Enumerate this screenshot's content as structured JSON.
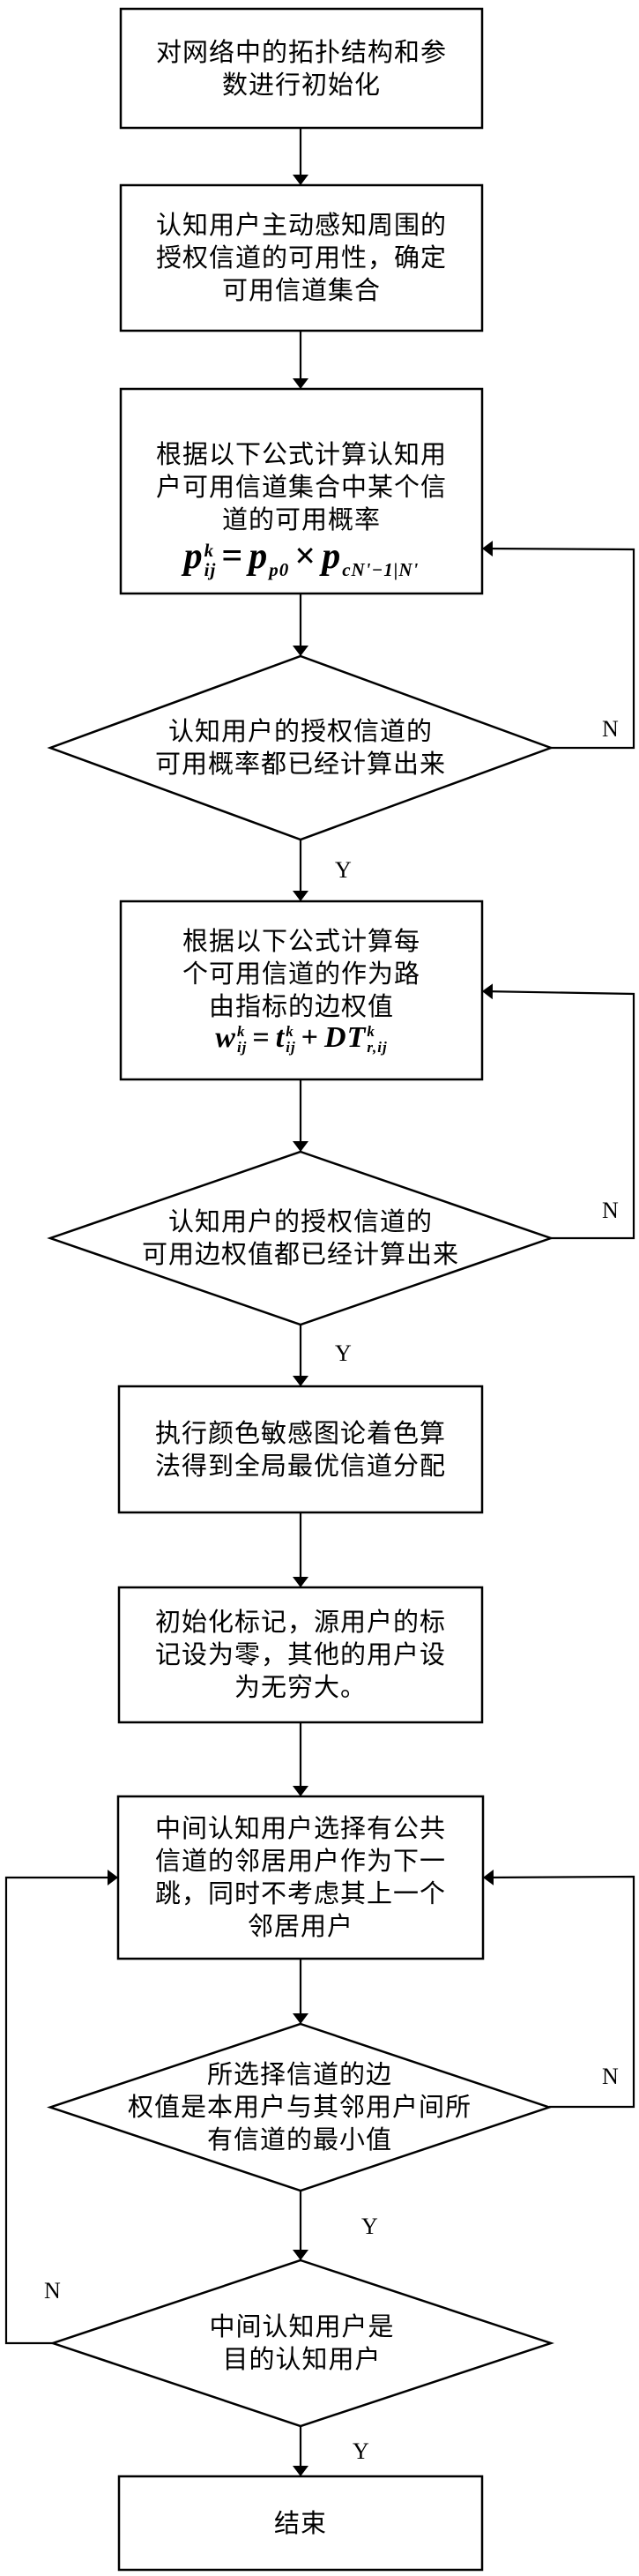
{
  "diagram": {
    "type": "flowchart",
    "nodes": [
      {
        "id": "init",
        "kind": "process",
        "lines": [
          "对网络中的拓扑结构和参",
          "数进行初始化"
        ]
      },
      {
        "id": "sense",
        "kind": "process",
        "lines": [
          "认知用户主动感知周围的",
          "授权信道的可用性，确定",
          "可用信道集合"
        ]
      },
      {
        "id": "calc-prob",
        "kind": "process",
        "lines": [
          "根据以下公式计算认知用",
          "户可用信道集合中某个信",
          "道的可用概率"
        ],
        "formula": {
          "lhs": "p",
          "lhs_sup": "k",
          "lhs_sub": "ij",
          "eq": "=",
          "t1": "p",
          "t1_sub": "p0",
          "op": "×",
          "t2": "p",
          "t2_sub": "cN'−1|N'"
        }
      },
      {
        "id": "check-prob",
        "kind": "decision",
        "lines": [
          "认知用户的授权信道的",
          "可用概率都已经计算出来"
        ]
      },
      {
        "id": "calc-weight",
        "kind": "process",
        "lines": [
          "根据以下公式计算每",
          "个可用信道的作为路",
          "由指标的边权值"
        ],
        "formula": {
          "lhs": "w",
          "lhs_sup": "k",
          "lhs_sub": "ij",
          "eq": "=",
          "t1": "t",
          "t1_sup": "k",
          "t1_sub": "ij",
          "op": "+",
          "t2": "DT",
          "t2_sup": "k",
          "t2_sub": "r,ij"
        }
      },
      {
        "id": "check-weight",
        "kind": "decision",
        "lines": [
          "认知用户的授权信道的",
          "可用边权值都已经计算出来"
        ]
      },
      {
        "id": "coloring",
        "kind": "process",
        "lines": [
          "执行颜色敏感图论着色算",
          "法得到全局最优信道分配"
        ]
      },
      {
        "id": "init-mark",
        "kind": "process",
        "lines": [
          "初始化标记，源用户的标",
          "记设为零，其他的用户设",
          "为无穷大。"
        ]
      },
      {
        "id": "select-hop",
        "kind": "process",
        "lines": [
          "中间认知用户选择有公共",
          "信道的邻居用户作为下一",
          "跳，同时不考虑其上一个",
          "邻居用户"
        ]
      },
      {
        "id": "check-min",
        "kind": "decision",
        "lines": [
          "所选择信道的边",
          "权值是本用户与其邻用户间所",
          "有信道的最小值"
        ]
      },
      {
        "id": "check-dest",
        "kind": "decision",
        "lines": [
          "中间认知用户是",
          "目的认知用户"
        ]
      },
      {
        "id": "end",
        "kind": "terminal",
        "lines": [
          "结束"
        ]
      }
    ],
    "edges": [
      {
        "from": "init",
        "to": "sense",
        "label": ""
      },
      {
        "from": "sense",
        "to": "calc-prob",
        "label": ""
      },
      {
        "from": "calc-prob",
        "to": "check-prob",
        "label": ""
      },
      {
        "from": "check-prob",
        "to": "calc-weight",
        "label": "Y"
      },
      {
        "from": "check-prob",
        "to": "calc-prob",
        "label": "N"
      },
      {
        "from": "calc-weight",
        "to": "check-weight",
        "label": ""
      },
      {
        "from": "check-weight",
        "to": "coloring",
        "label": "Y"
      },
      {
        "from": "check-weight",
        "to": "calc-weight",
        "label": "N"
      },
      {
        "from": "coloring",
        "to": "init-mark",
        "label": ""
      },
      {
        "from": "init-mark",
        "to": "select-hop",
        "label": ""
      },
      {
        "from": "select-hop",
        "to": "check-min",
        "label": ""
      },
      {
        "from": "check-min",
        "to": "check-dest",
        "label": "Y"
      },
      {
        "from": "check-min",
        "to": "select-hop",
        "label": "N"
      },
      {
        "from": "check-dest",
        "to": "end",
        "label": "Y"
      },
      {
        "from": "check-dest",
        "to": "select-hop",
        "label": "N"
      }
    ],
    "colors": {
      "stroke": "#000000",
      "background": "#ffffff",
      "text": "#000000"
    }
  }
}
